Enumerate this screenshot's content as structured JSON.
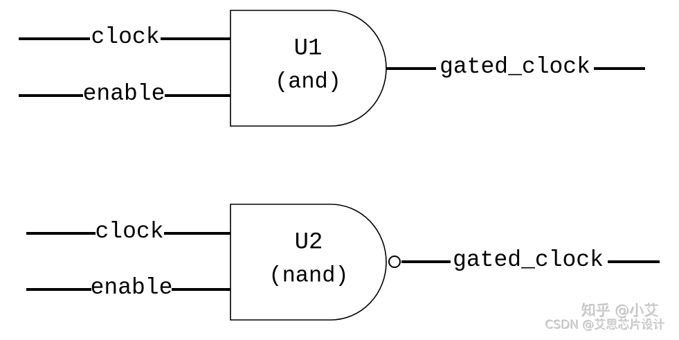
{
  "diagram": {
    "background": "#ffffff",
    "stroke_color": "#000000",
    "gates": [
      {
        "ref": "U1",
        "type_label": "(and)",
        "input_top": "clock",
        "input_bottom": "enable",
        "output": "gated_clock",
        "inverted_output": false
      },
      {
        "ref": "U2",
        "type_label": "(nand)",
        "input_top": "clock",
        "input_bottom": "enable",
        "output": "gated_clock",
        "inverted_output": true
      }
    ]
  },
  "watermark": {
    "zhihu": "知乎 @小艾",
    "csdn": "CSDN @艾思芯片设计",
    "color": "#cdcdcd"
  }
}
